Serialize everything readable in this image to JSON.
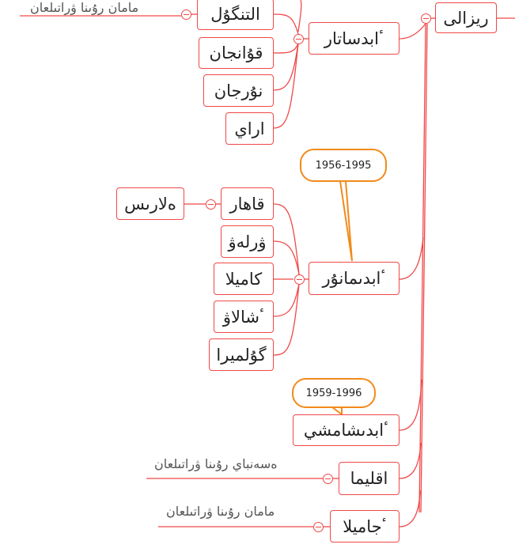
{
  "root": {
    "label": "ريزالى"
  },
  "branches": [
    {
      "label": "ٴابدساتار",
      "children": [
        {
          "label": "التنگۇل",
          "note": "مامان رۇىنا ۋراتىلعان"
        },
        {
          "label": "قۇانجان"
        },
        {
          "label": "نۇرجان"
        },
        {
          "label": "اراي"
        }
      ]
    },
    {
      "label": "ٴابدىمانۇر",
      "callout": "1956-1995",
      "children": [
        {
          "label": "قاھار",
          "child": "ەلارىس"
        },
        {
          "label": "ۋرلەۋ"
        },
        {
          "label": "كاميلا"
        },
        {
          "label": "ٴشالاۋ"
        },
        {
          "label": "گۇلميرا"
        }
      ]
    },
    {
      "label": "ٴابدىشامشي",
      "callout": "1959-1996"
    },
    {
      "label": "اقليما",
      "note": "ەسەنباي رۇىنا ۋراتىلعان"
    },
    {
      "label": "ٴجاميلا",
      "note": "مامان رۇىنا ۋراتىلعان"
    }
  ],
  "colors": {
    "line": "#f04848",
    "callout": "#f28a1a"
  }
}
